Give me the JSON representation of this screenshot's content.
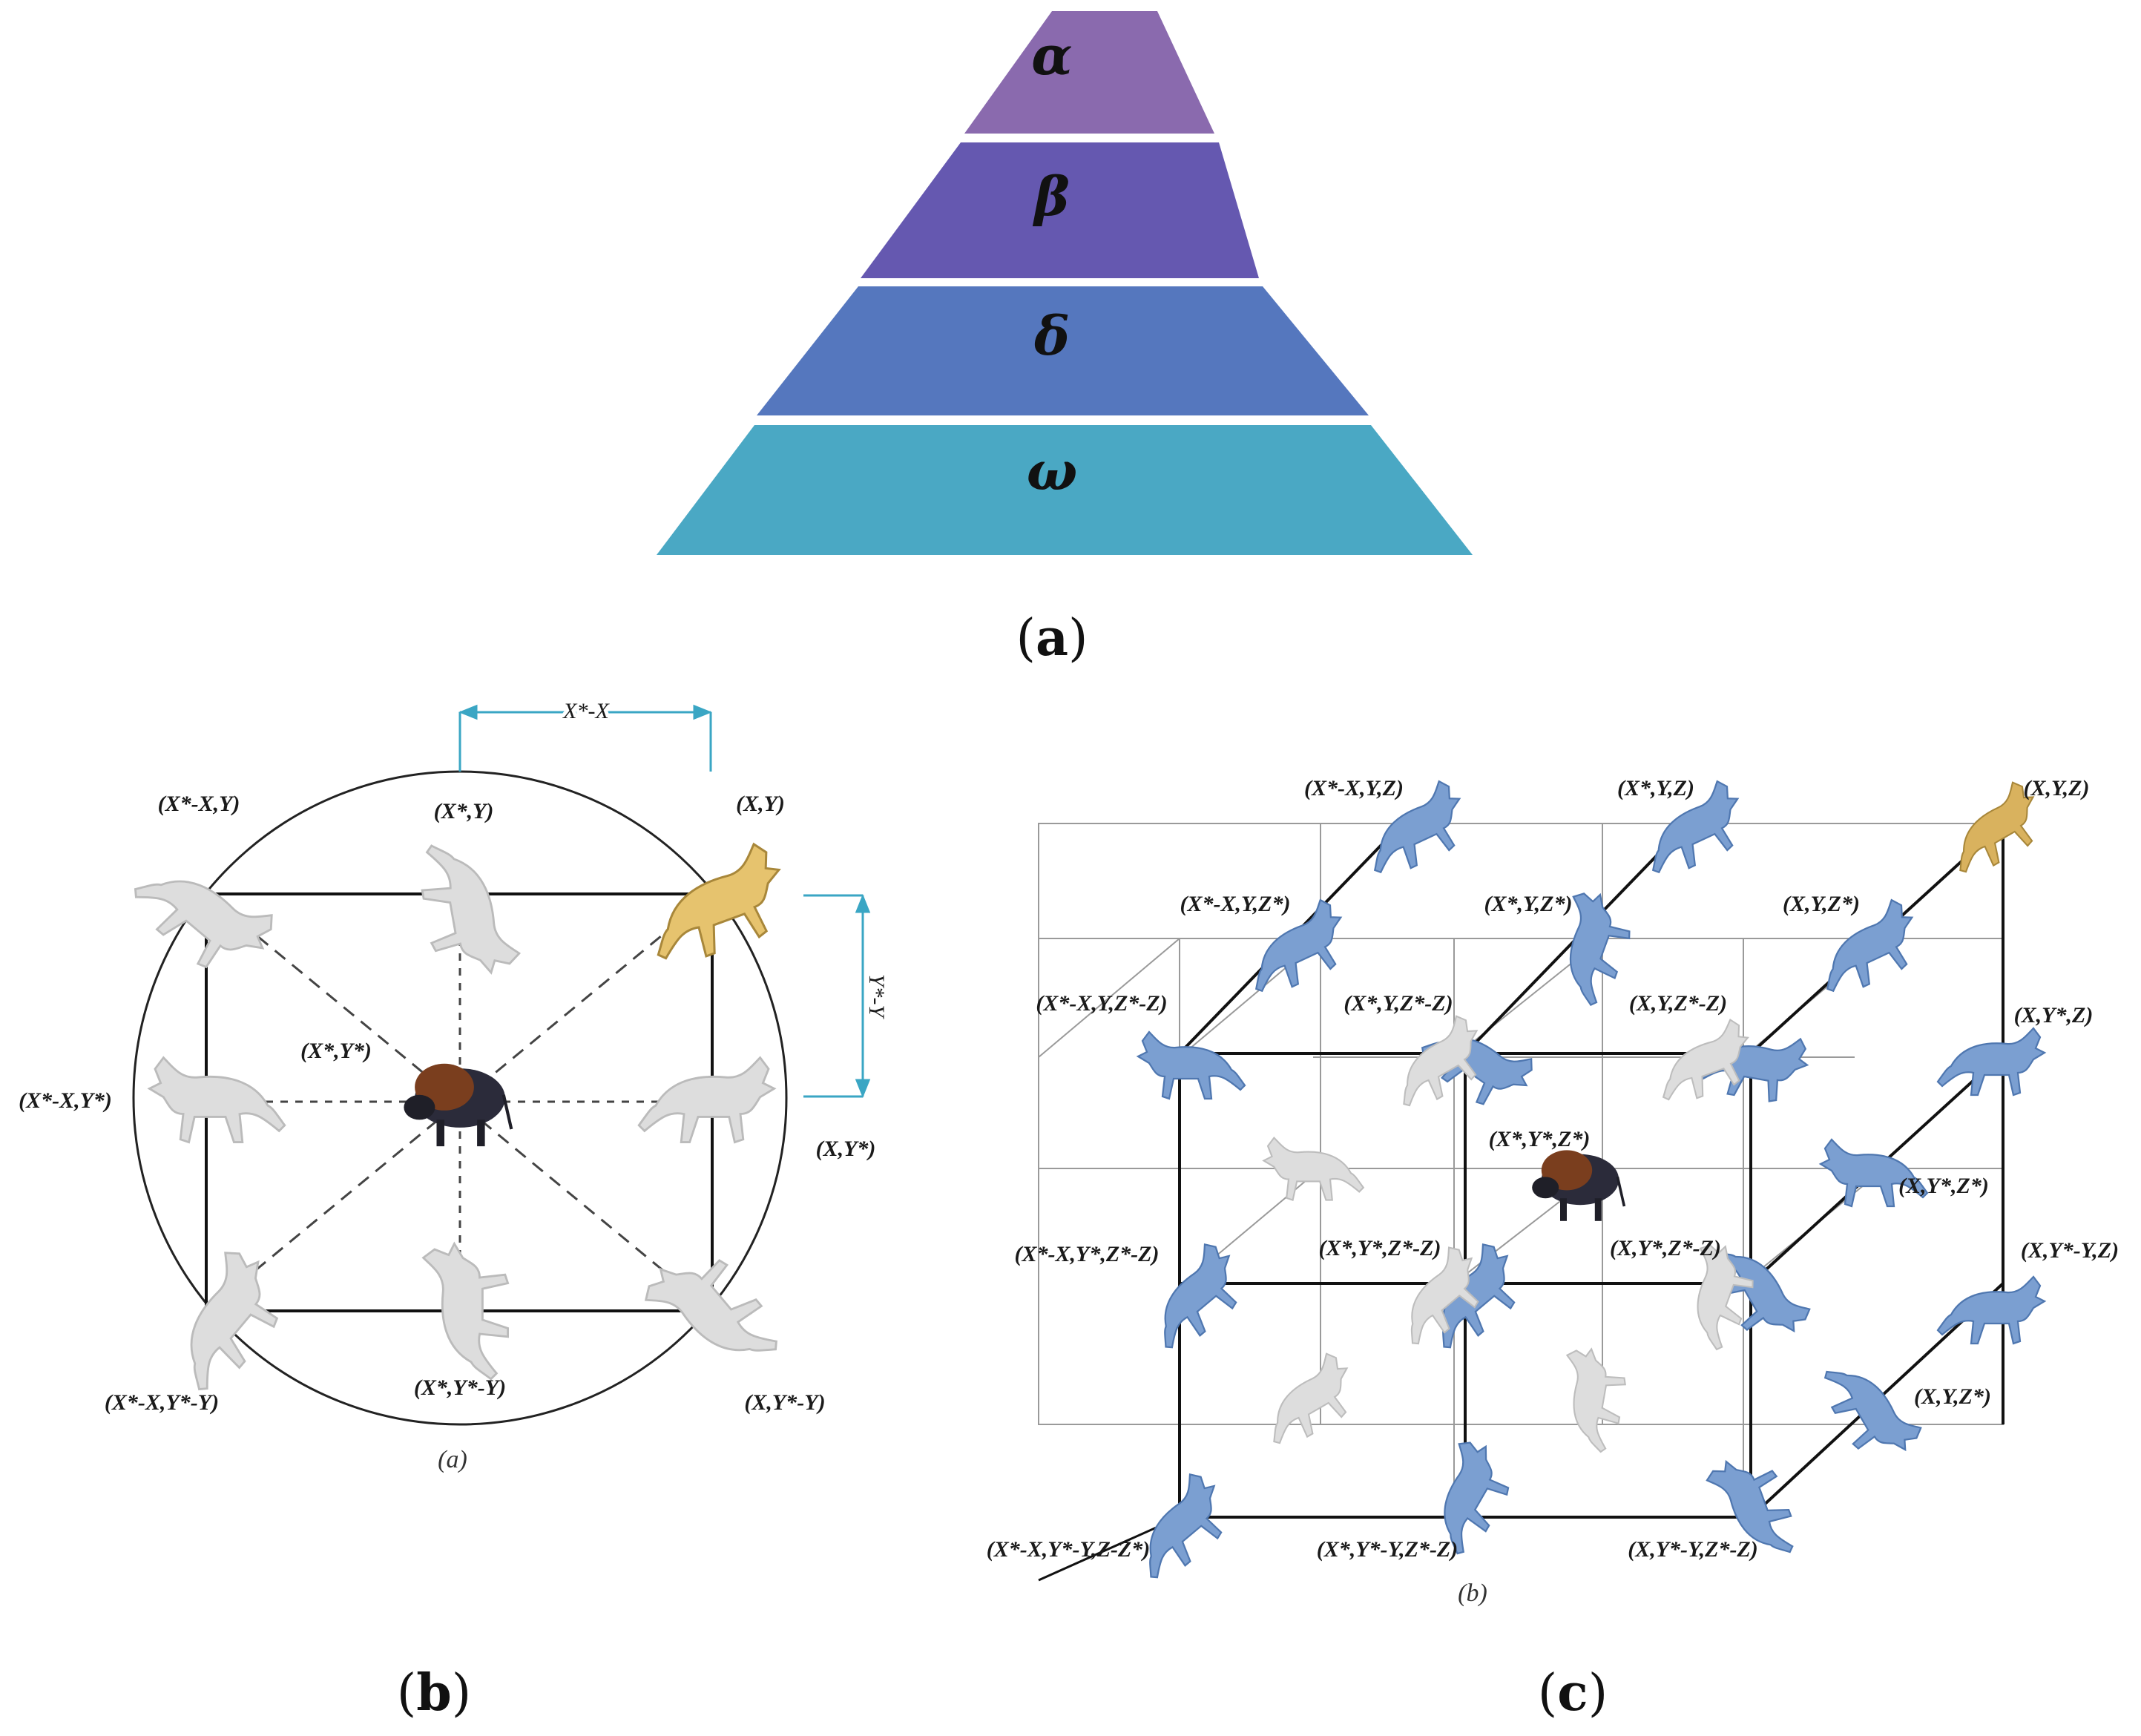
{
  "panel_a": {
    "caption_open": "(",
    "caption_letter": "a",
    "caption_close": ")",
    "tiers": [
      {
        "label": "α",
        "color": "#8A6AAE"
      },
      {
        "label": "β",
        "color": "#6558B0"
      },
      {
        "label": "δ",
        "color": "#5577BE"
      },
      {
        "label": "ω",
        "color": "#4AA8C4"
      }
    ]
  },
  "panel_b": {
    "caption_open": "(",
    "caption_letter": "b",
    "caption_close": ")",
    "sub_caption": "(a)",
    "dim_x": "X*-X",
    "dim_y": "Y*-Y",
    "labels": {
      "tl": "(X*-X,Y)",
      "tc": "(X*,Y)",
      "tr": "(X,Y)",
      "ml": "(X*-X,Y*)",
      "center": "(X*,Y*)",
      "mr": "(X,Y*)",
      "bl": "(X*-X,Y*-Y)",
      "bc": "(X*,Y*-Y)",
      "br": "(X,Y*-Y)"
    },
    "colors": {
      "accent": "#3AA6C4",
      "wolf": "#DDDDDD",
      "alpha_wolf": "#E6C36E"
    }
  },
  "panel_c": {
    "caption_open": "(",
    "caption_letter": "c",
    "caption_close": ")",
    "sub_caption": "(b)",
    "labels": [
      "(X*-X,Y,Z)",
      "(X*,Y,Z)",
      "(X,Y,Z)",
      "(X*-X,Y,Z*)",
      "(X*,Y,Z*)",
      "(X,Y,Z*)",
      "(X*-X,Y,Z*-Z)",
      "(X*,Y,Z*-Z)",
      "(X,Y,Z*-Z)",
      "(X,Y*,Z)",
      "(X*,Y*,Z*)",
      "(X,Y*,Z*)",
      "(X*-X,Y*,Z*-Z)",
      "(X*,Y*,Z*-Z)",
      "(X,Y*,Z*-Z)",
      "(X,Y*-Y,Z)",
      "(X,Y,Z*)",
      "(X*-X,Y*-Y,Z-Z*)",
      "(X*,Y*-Y,Z*-Z)",
      "(X,Y*-Y,Z*-Z)"
    ],
    "colors": {
      "wolf": "#7B9FD1",
      "ghost_wolf": "#DDDDDD",
      "alpha_wolf": "#D9B25E"
    }
  }
}
